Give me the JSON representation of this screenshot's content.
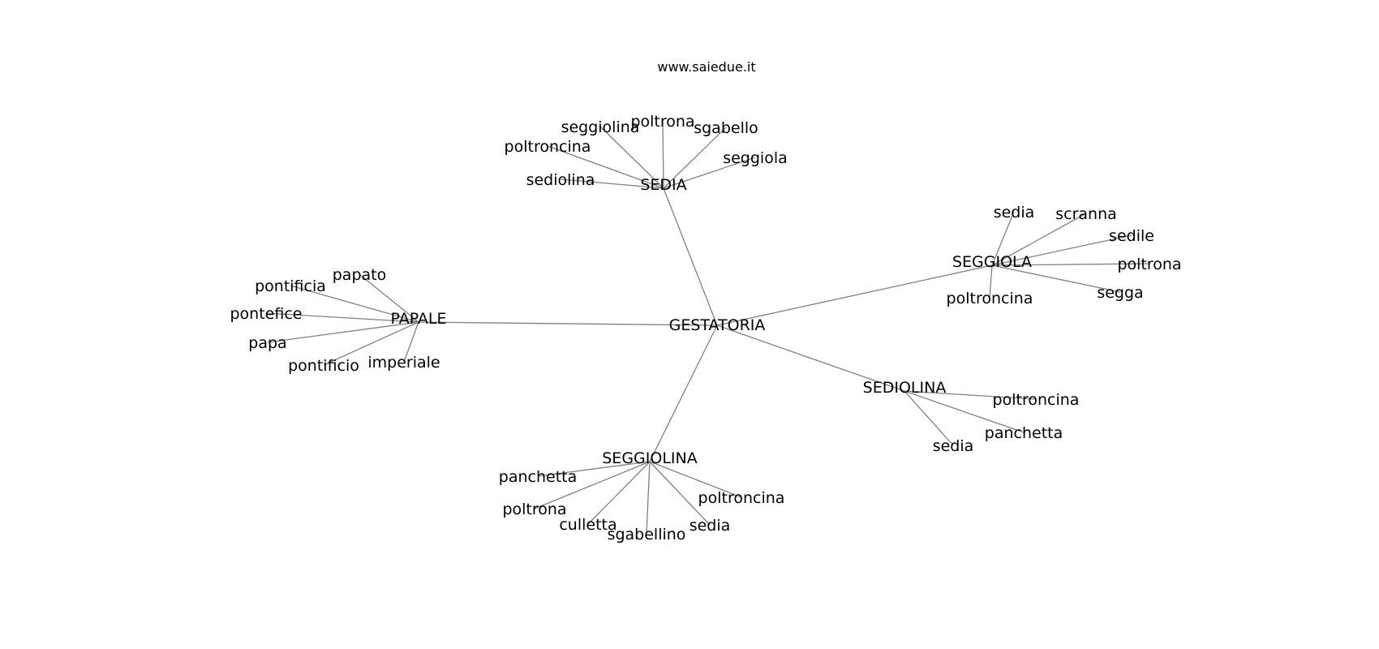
{
  "site": "www.saiedue.it",
  "center": {
    "label": "GESTATORIA"
  },
  "hubs": [
    {
      "label": "SEDIA",
      "leaves": [
        "seggiolina",
        "poltrona",
        "sgabello",
        "poltroncina",
        "seggiola",
        "sediolina"
      ]
    },
    {
      "label": "SEGGIOLA",
      "leaves": [
        "sedia",
        "scranna",
        "sedile",
        "poltrona",
        "segga",
        "poltroncina"
      ]
    },
    {
      "label": "PAPALE",
      "leaves": [
        "papato",
        "pontificia",
        "pontefice",
        "papa",
        "pontificio",
        "imperiale"
      ]
    },
    {
      "label": "SEDIOLINA",
      "leaves": [
        "poltroncina",
        "panchetta",
        "sedia"
      ]
    },
    {
      "label": "SEGGIOLINA",
      "leaves": [
        "panchetta",
        "poltrona",
        "culletta",
        "sgabellino",
        "sedia",
        "poltroncina"
      ]
    }
  ]
}
